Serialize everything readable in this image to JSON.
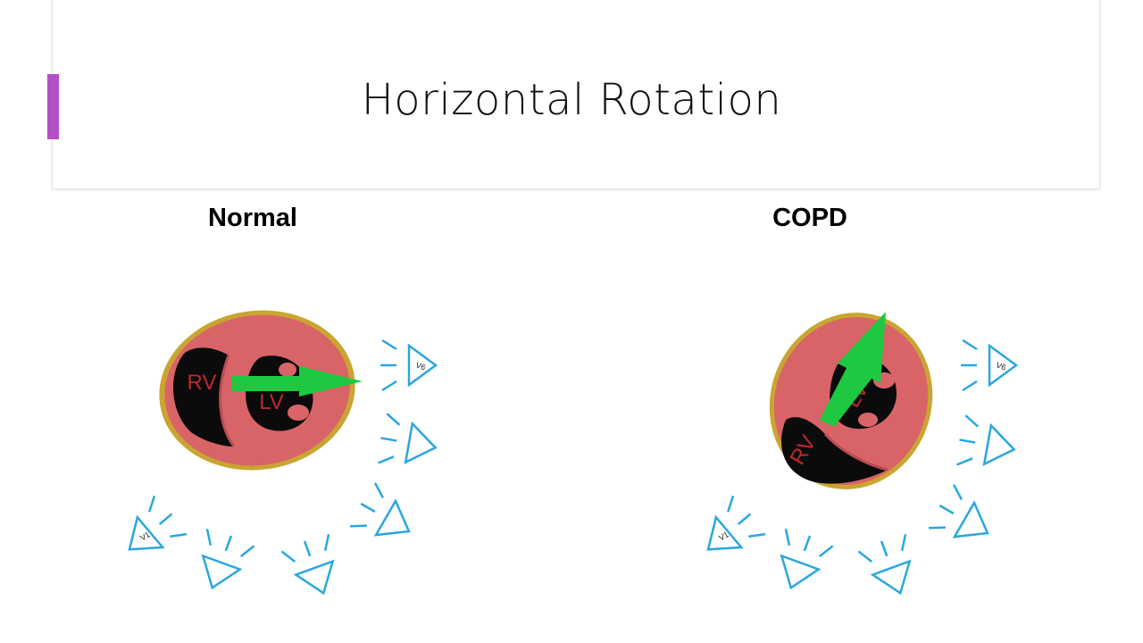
{
  "title": "Horizontal Rotation",
  "panels": {
    "normal": {
      "label": "Normal",
      "rv": "RV",
      "lv": "LV",
      "lead_first": "V1",
      "lead_last": "V6"
    },
    "copd": {
      "label": "COPD",
      "rv": "RV",
      "lv": "LV",
      "lead_first": "V1",
      "lead_last": "V6"
    }
  },
  "colors": {
    "accent": "#b44fc7",
    "arrow": "#1ec840",
    "electrode": "#2aa7df",
    "myocardium": "#d96468",
    "chamber_text": "#c0282e"
  },
  "icons": [
    "electrode-icon",
    "heart-cross-section"
  ]
}
